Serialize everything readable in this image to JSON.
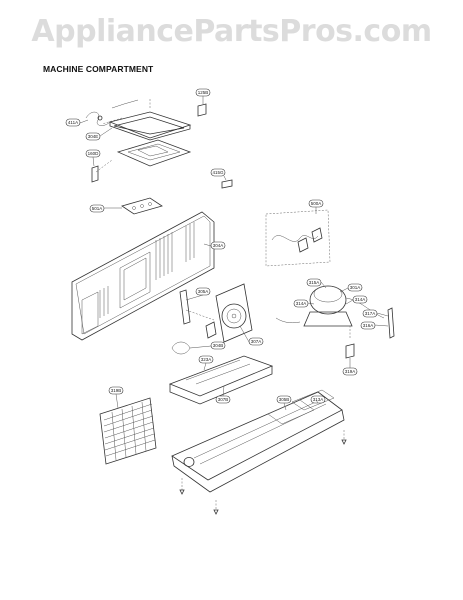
{
  "watermark": "AppliancePartsPros.com",
  "section_title": "MACHINE COMPARTMENT",
  "callouts": [
    {
      "id": "c1",
      "text": "125B"
    },
    {
      "id": "c2",
      "text": "411A"
    },
    {
      "id": "c3",
      "text": "304E"
    },
    {
      "id": "c4",
      "text": "160D"
    },
    {
      "id": "c5",
      "text": "415G"
    },
    {
      "id": "c6",
      "text": "501A"
    },
    {
      "id": "c7",
      "text": "304A"
    },
    {
      "id": "c8",
      "text": "500A"
    },
    {
      "id": "c9",
      "text": "305A"
    },
    {
      "id": "c10",
      "text": "307A"
    },
    {
      "id": "c11",
      "text": "315A"
    },
    {
      "id": "c12",
      "text": "314A"
    },
    {
      "id": "c13",
      "text": "301A"
    },
    {
      "id": "c14",
      "text": "314A"
    },
    {
      "id": "c15",
      "text": "317A"
    },
    {
      "id": "c16",
      "text": "316A"
    },
    {
      "id": "c17",
      "text": "304B"
    },
    {
      "id": "c18",
      "text": "323A"
    },
    {
      "id": "c19",
      "text": "319A"
    },
    {
      "id": "c20",
      "text": "319B"
    },
    {
      "id": "c21",
      "text": "307B"
    },
    {
      "id": "c22",
      "text": "305B"
    },
    {
      "id": "c23",
      "text": "313A"
    }
  ]
}
